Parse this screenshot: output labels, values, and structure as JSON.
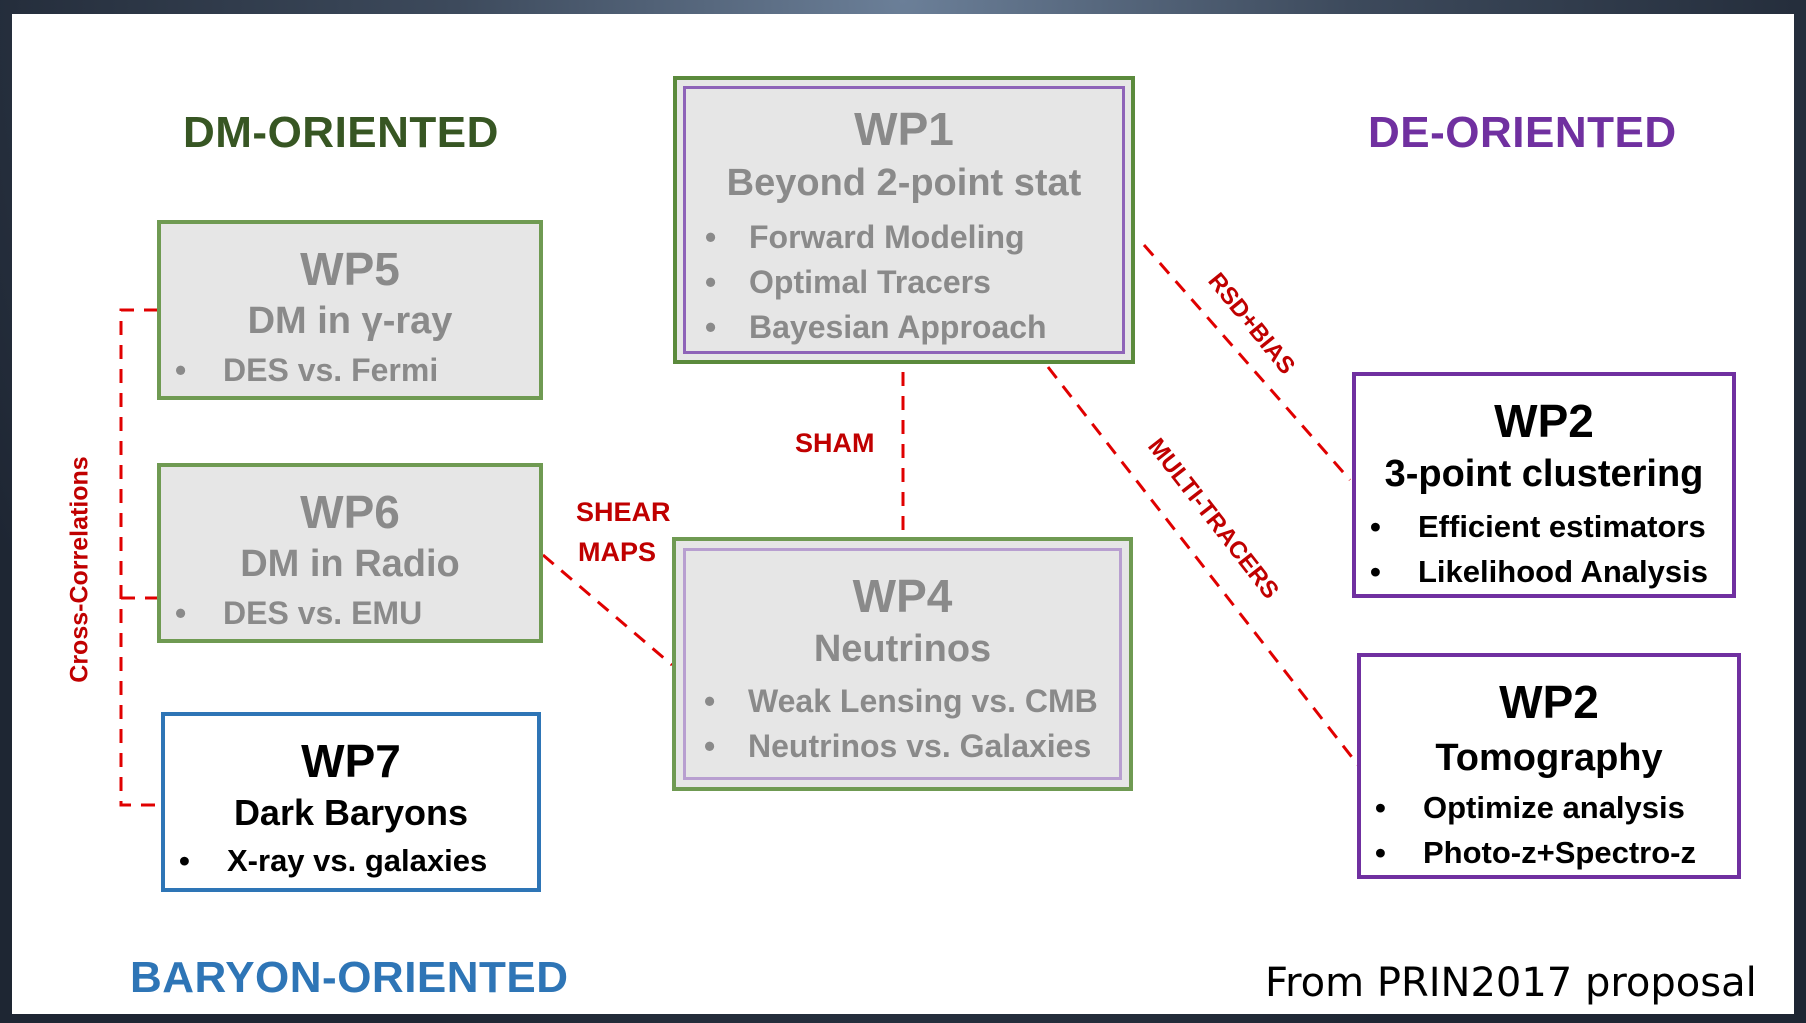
{
  "headings": {
    "dm": "DM-ORIENTED",
    "de": "DE-ORIENTED",
    "baryon": "BARYON-ORIENTED"
  },
  "boxes": {
    "wp1": {
      "title": "WP1",
      "subtitle": "Beyond 2-point stat",
      "bullets": [
        "Forward Modeling",
        "Optimal Tracers",
        "Bayesian Approach"
      ]
    },
    "wp5": {
      "title": "WP5",
      "subtitle": "DM in γ-ray",
      "bullets": [
        "DES vs. Fermi"
      ]
    },
    "wp6": {
      "title": "WP6",
      "subtitle": "DM in Radio",
      "bullets": [
        "DES vs. EMU"
      ]
    },
    "wp7": {
      "title": "WP7",
      "subtitle": "Dark Baryons",
      "bullets": [
        "X-ray vs. galaxies"
      ]
    },
    "wp4": {
      "title": "WP4",
      "subtitle": "Neutrinos",
      "bullets": [
        "Weak Lensing vs. CMB",
        "Neutrinos vs. Galaxies"
      ]
    },
    "wp2a": {
      "title": "WP2",
      "subtitle": "3-point clustering",
      "bullets": [
        "Efficient estimators",
        "Likelihood Analysis"
      ]
    },
    "wp2b": {
      "title": "WP2",
      "subtitle": "Tomography",
      "bullets": [
        "Optimize analysis",
        "Photo-z+Spectro-z"
      ]
    }
  },
  "connectors": {
    "sham": "SHAM",
    "shear_line1": "SHEAR",
    "shear_line2": "MAPS",
    "rsd": "RSD+BIAS",
    "multi": "MULTI-TRACERS",
    "cross": "Cross-Correlations"
  },
  "bullet_char": "•",
  "source_note": "From PRIN2017 proposal",
  "colors": {
    "green": "#4f7f36",
    "purple": "#7030a0",
    "blue": "#2e75b6",
    "red": "#e00000",
    "dark_green_text": "#375623",
    "blue_text": "#2e75b6",
    "purple_text": "#7030a0"
  }
}
